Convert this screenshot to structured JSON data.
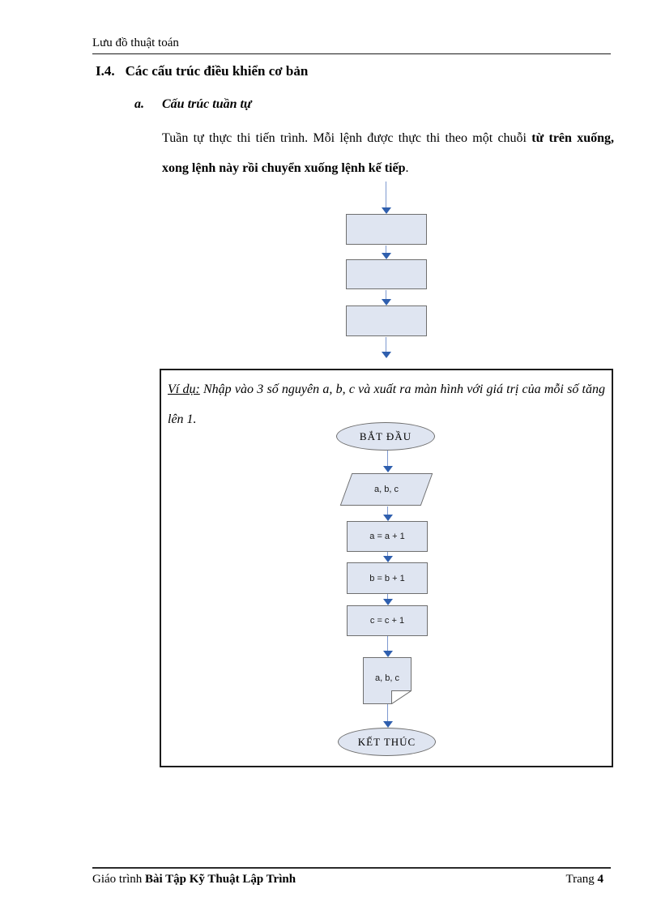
{
  "header": {
    "title": "Lưu đồ thuật toán"
  },
  "section": {
    "number": "I.4.",
    "title": "Các cấu trúc điều khiển cơ bản"
  },
  "subsection": {
    "marker": "a.",
    "title": "Cấu trúc tuần tự"
  },
  "paragraph": {
    "normal": "Tuần tự thực thi tiến trình. Mỗi lệnh được thực thi theo một chuỗi ",
    "bold": "từ trên xuống, xong lệnh này rồi chuyển xuống lệnh kế tiếp",
    "period": "."
  },
  "example": {
    "label": "Ví dụ:",
    "text": " Nhập vào 3 số nguyên a, b, c và xuất ra màn hình với giá trị của mỗi số tăng lên 1."
  },
  "flowchart": {
    "start_label": "BẮT ĐẦU",
    "input_label": "a, b, c",
    "process1_label": "a = a + 1",
    "process2_label": "b = b + 1",
    "process3_label": "c = c + 1",
    "output_label": "a, b, c",
    "end_label": "KẾT THÚC"
  },
  "footer": {
    "prefix": "Giáo trình ",
    "book_title": "Bài Tập Kỹ Thuật Lập Trình",
    "page_label": "Trang ",
    "page_number": "4"
  },
  "colors": {
    "shape_fill": "#dfe5f1",
    "shape_border": "#6f6f6f",
    "arrow_line": "#7e99d0",
    "arrow_head": "#2f5fae"
  }
}
